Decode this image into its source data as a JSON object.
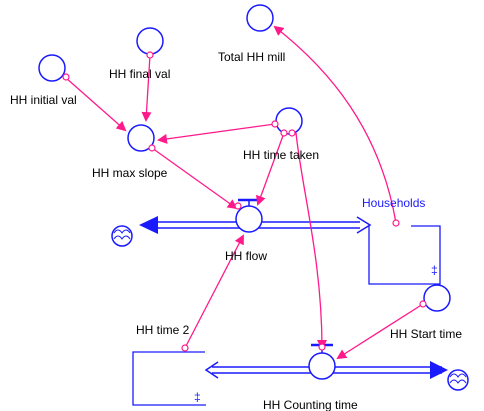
{
  "nodes": {
    "hh_initial_val": {
      "label": "HH initial val",
      "kind": "auxiliary"
    },
    "hh_final_val": {
      "label": "HH final val",
      "kind": "auxiliary"
    },
    "total_hh_mill": {
      "label": "Total HH mill",
      "kind": "auxiliary"
    },
    "hh_max_slope": {
      "label": "HH max slope",
      "kind": "auxiliary"
    },
    "hh_time_taken": {
      "label": "HH time taken",
      "kind": "auxiliary"
    },
    "households": {
      "label": "Households",
      "kind": "stock"
    },
    "hh_flow": {
      "label": "HH flow",
      "kind": "flow"
    },
    "hh_time_2": {
      "label": "HH time 2",
      "kind": "stock"
    },
    "hh_start_time": {
      "label": "HH Start time",
      "kind": "auxiliary"
    },
    "hh_counting_time": {
      "label": "HH Counting time",
      "kind": "flow"
    }
  },
  "colors": {
    "link": "#ff1a8c",
    "flow": "#1a1aff",
    "node_stroke": "#1a1aff",
    "label_default": "#000000",
    "label_households": "#1a1aff"
  },
  "icons": [
    "cloud-source-icon",
    "cloud-sink-icon",
    "valve-icon",
    "arrowhead-icon",
    "drag-handle-icon"
  ]
}
